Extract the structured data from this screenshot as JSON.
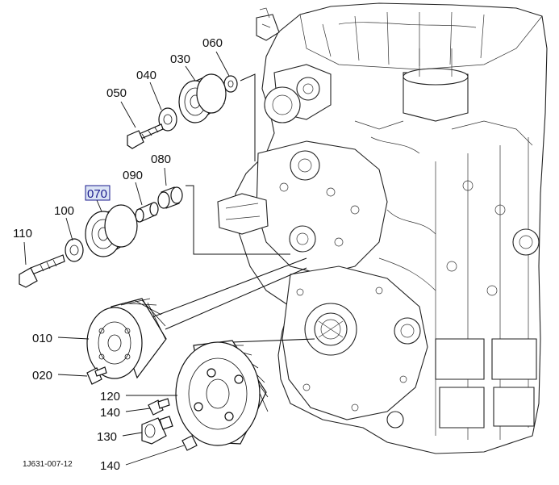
{
  "diagram_code": "1J631-007-12",
  "highlight_color": "#1a1a8c",
  "highlight_bg": "#dbe4f5",
  "callouts": {
    "c060": "060",
    "c030": "030",
    "c040": "040",
    "c050": "050",
    "c090": "090",
    "c080": "080",
    "c070": "070",
    "c110": "110",
    "c100": "100",
    "c010": "010",
    "c020": "020",
    "c120": "120",
    "c140a": "140",
    "c130": "130",
    "c140b": "140"
  }
}
